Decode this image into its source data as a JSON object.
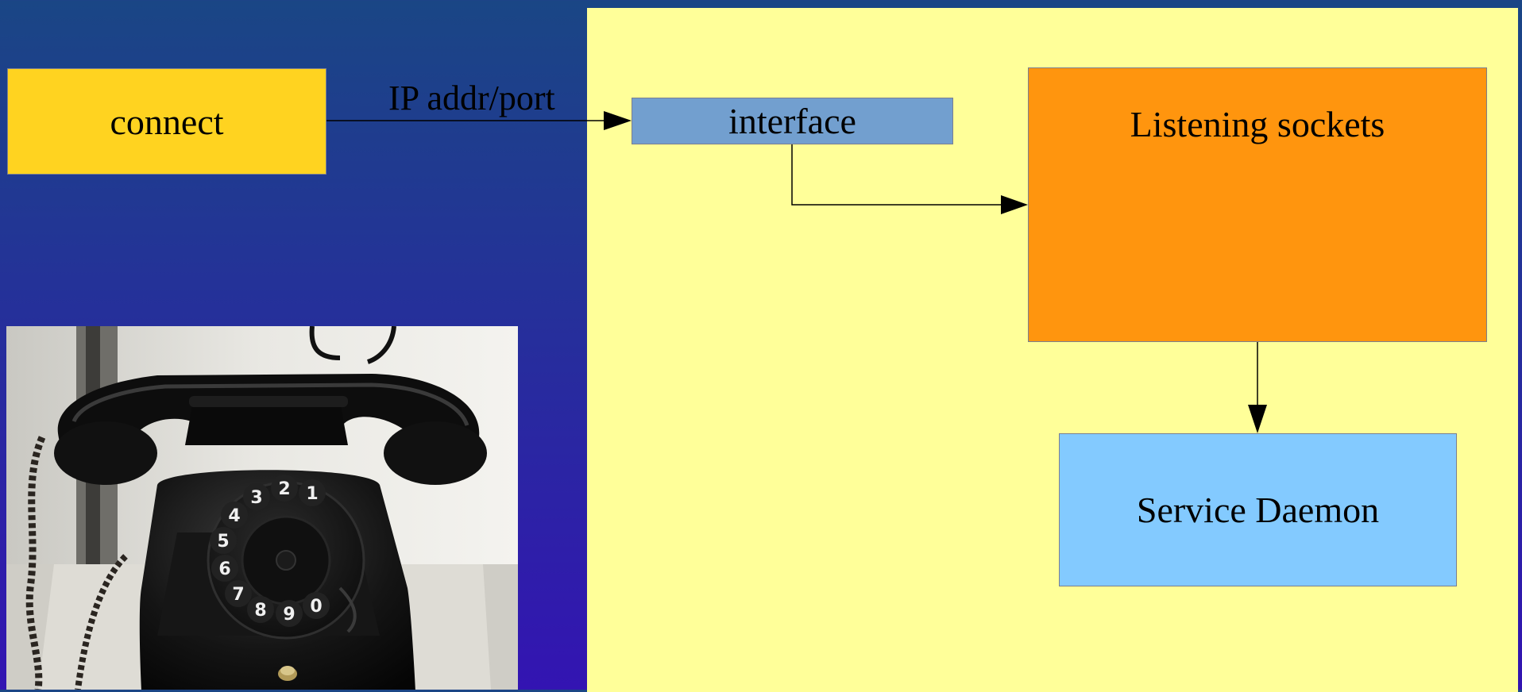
{
  "diagram": {
    "nodes": {
      "connect": "connect",
      "interface": "interface",
      "listening_sockets": "Listening sockets",
      "service_daemon": "Service Daemon"
    },
    "edges": [
      {
        "from": "connect",
        "to": "interface",
        "label": "IP addr/port"
      },
      {
        "from": "interface",
        "to": "listening_sockets",
        "label": ""
      },
      {
        "from": "listening_sockets",
        "to": "service_daemon",
        "label": ""
      }
    ],
    "photo": {
      "subject": "black rotary telephone",
      "dial_digits": [
        "1",
        "2",
        "3",
        "4",
        "5",
        "6",
        "7",
        "8",
        "9",
        "0"
      ]
    },
    "colors": {
      "background_top": "#1a4685",
      "background_bottom": "#3314b2",
      "host_panel": "#ffff99",
      "connect": "#ffd320",
      "interface": "#729fcf",
      "listening_sockets": "#ff950e",
      "service_daemon": "#83caff"
    }
  }
}
